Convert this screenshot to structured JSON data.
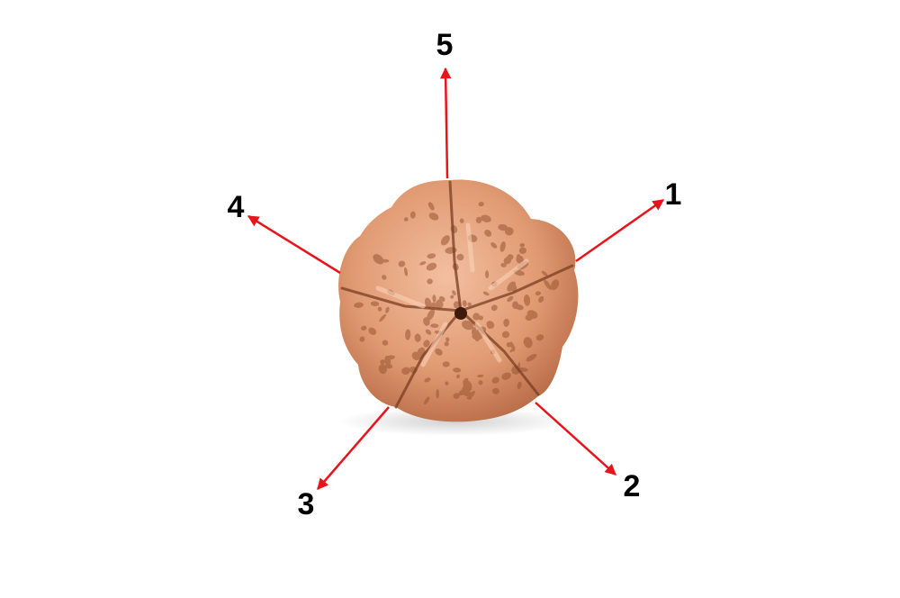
{
  "labels": {
    "one": "1",
    "two": "2",
    "three": "3",
    "four": "4",
    "five": "5"
  },
  "colors": {
    "arrow": "#e8141b",
    "bead_light": "#f0b08e",
    "bead_mid": "#d98a63",
    "bead_dark": "#8a4a2e",
    "label": "#000000"
  }
}
